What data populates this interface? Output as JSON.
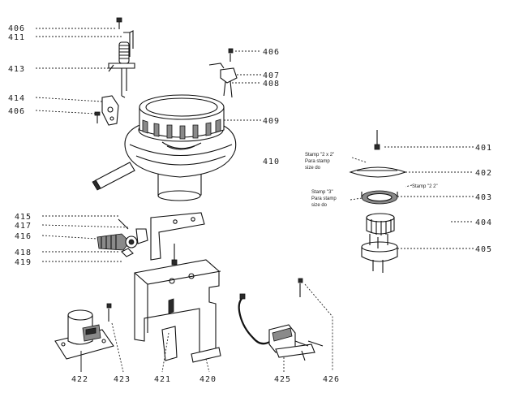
{
  "labels": {
    "p401": "401",
    "p402": "402",
    "p403": "403",
    "p404": "404",
    "p405": "405",
    "p406a": "406",
    "p406b": "406",
    "p406c": "406",
    "p407": "407",
    "p408": "408",
    "p409": "409",
    "p410": "410",
    "p411": "411",
    "p413": "413",
    "p414": "414",
    "p415": "415",
    "p417": "417",
    "p416": "416",
    "p418": "418",
    "p419": "419",
    "p420": "420",
    "p421": "421",
    "p422": "422",
    "p423": "423",
    "p425": "425",
    "p426": "426"
  },
  "notes": {
    "stamp_2x2": "Stamp \"2 x 2\"",
    "para_stamp_1": "Para stamp",
    "size_do_1": "size do",
    "stamp_2x2b": "Stamp \"2 2\"",
    "stamp_3": "Stamp \"3\"",
    "para_stamp_2": "Para stamp",
    "size_do_2": "size do"
  }
}
